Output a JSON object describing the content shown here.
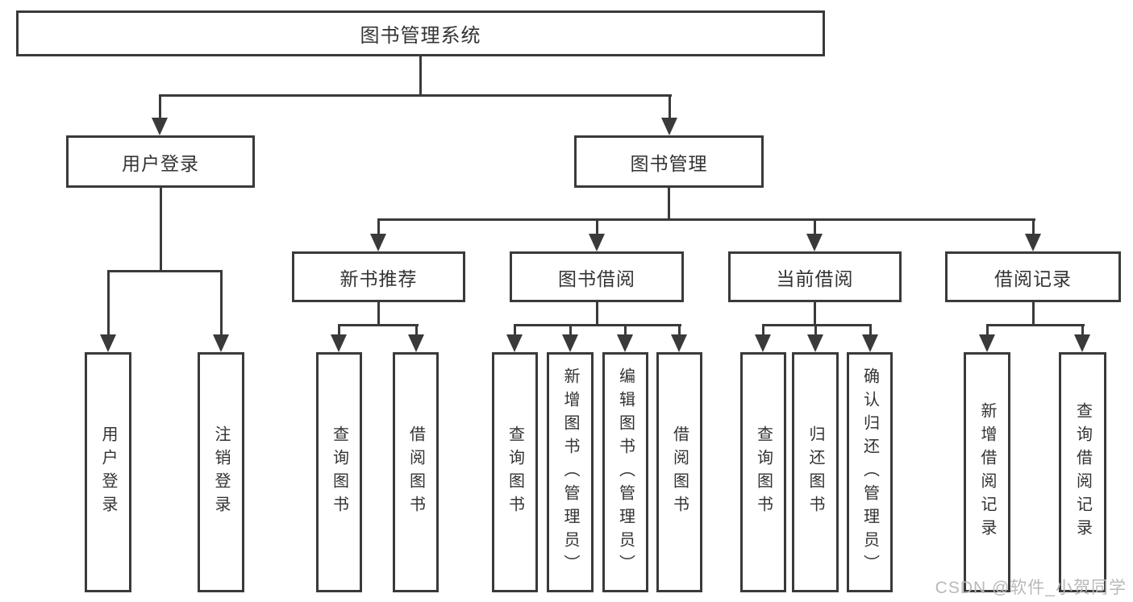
{
  "colors": {
    "line": "#3a3a3a",
    "text": "#333333",
    "background": "#ffffff",
    "watermark": "#b9b9b9"
  },
  "tree": {
    "label": "图书管理系统",
    "children": [
      {
        "label": "用户登录",
        "children": [
          {
            "label": "用户登录"
          },
          {
            "label": "注销登录"
          }
        ]
      },
      {
        "label": "图书管理",
        "children": [
          {
            "label": "新书推荐",
            "children": [
              {
                "label": "查询图书"
              },
              {
                "label": "借阅图书"
              }
            ]
          },
          {
            "label": "图书借阅",
            "children": [
              {
                "label": "查询图书"
              },
              {
                "label": "新增图书（管理员）"
              },
              {
                "label": "编辑图书（管理员）"
              },
              {
                "label": "借阅图书"
              }
            ]
          },
          {
            "label": "当前借阅",
            "children": [
              {
                "label": "查询图书"
              },
              {
                "label": "归还图书"
              },
              {
                "label": "确认归还（管理员）"
              }
            ]
          },
          {
            "label": "借阅记录",
            "children": [
              {
                "label": "新增借阅记录"
              },
              {
                "label": "查询借阅记录"
              }
            ]
          }
        ]
      }
    ]
  },
  "watermark": {
    "text": "CSDN @软件_小贺同学"
  }
}
